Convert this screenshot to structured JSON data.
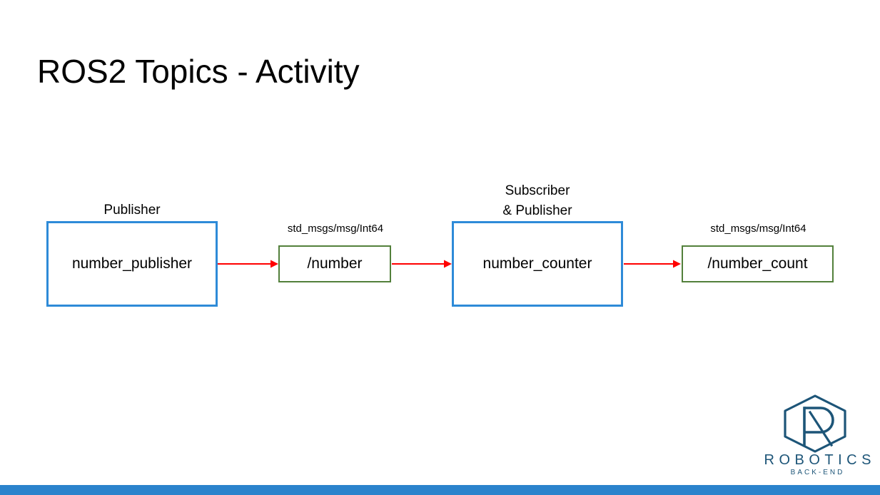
{
  "slide": {
    "title": "ROS2 Topics - Activity",
    "background_color": "#ffffff",
    "footer_bar_color": "#2B83CC"
  },
  "colors": {
    "node_border": "#2E8BD8",
    "topic_border": "#53803B",
    "arrow": "#FF0000",
    "logo": "#1D5578",
    "text": "#000000"
  },
  "diagram": {
    "type": "flow",
    "nodes": [
      {
        "id": "number_publisher",
        "kind": "ros-node",
        "caption": "Publisher",
        "label": "number_publisher",
        "border_color": "#2E8BD8"
      },
      {
        "id": "number",
        "kind": "ros-topic",
        "caption": "std_msgs/msg/Int64",
        "label": "/number",
        "border_color": "#53803B"
      },
      {
        "id": "number_counter",
        "kind": "ros-node",
        "caption": "Subscriber\n& Publisher",
        "label": "number_counter",
        "border_color": "#2E8BD8"
      },
      {
        "id": "number_count",
        "kind": "ros-topic",
        "caption": "std_msgs/msg/Int64",
        "label": "/number_count",
        "border_color": "#53803B"
      }
    ],
    "edges": [
      {
        "from": "number_publisher",
        "to": "number",
        "color": "#FF0000"
      },
      {
        "from": "number",
        "to": "number_counter",
        "color": "#FF0000"
      },
      {
        "from": "number_counter",
        "to": "number_count",
        "color": "#FF0000"
      }
    ]
  },
  "logo": {
    "wordmark": "ROBOTICS",
    "tagline": "BACK-END",
    "mark": "hexagon-r-monogram",
    "color": "#1D5578"
  }
}
